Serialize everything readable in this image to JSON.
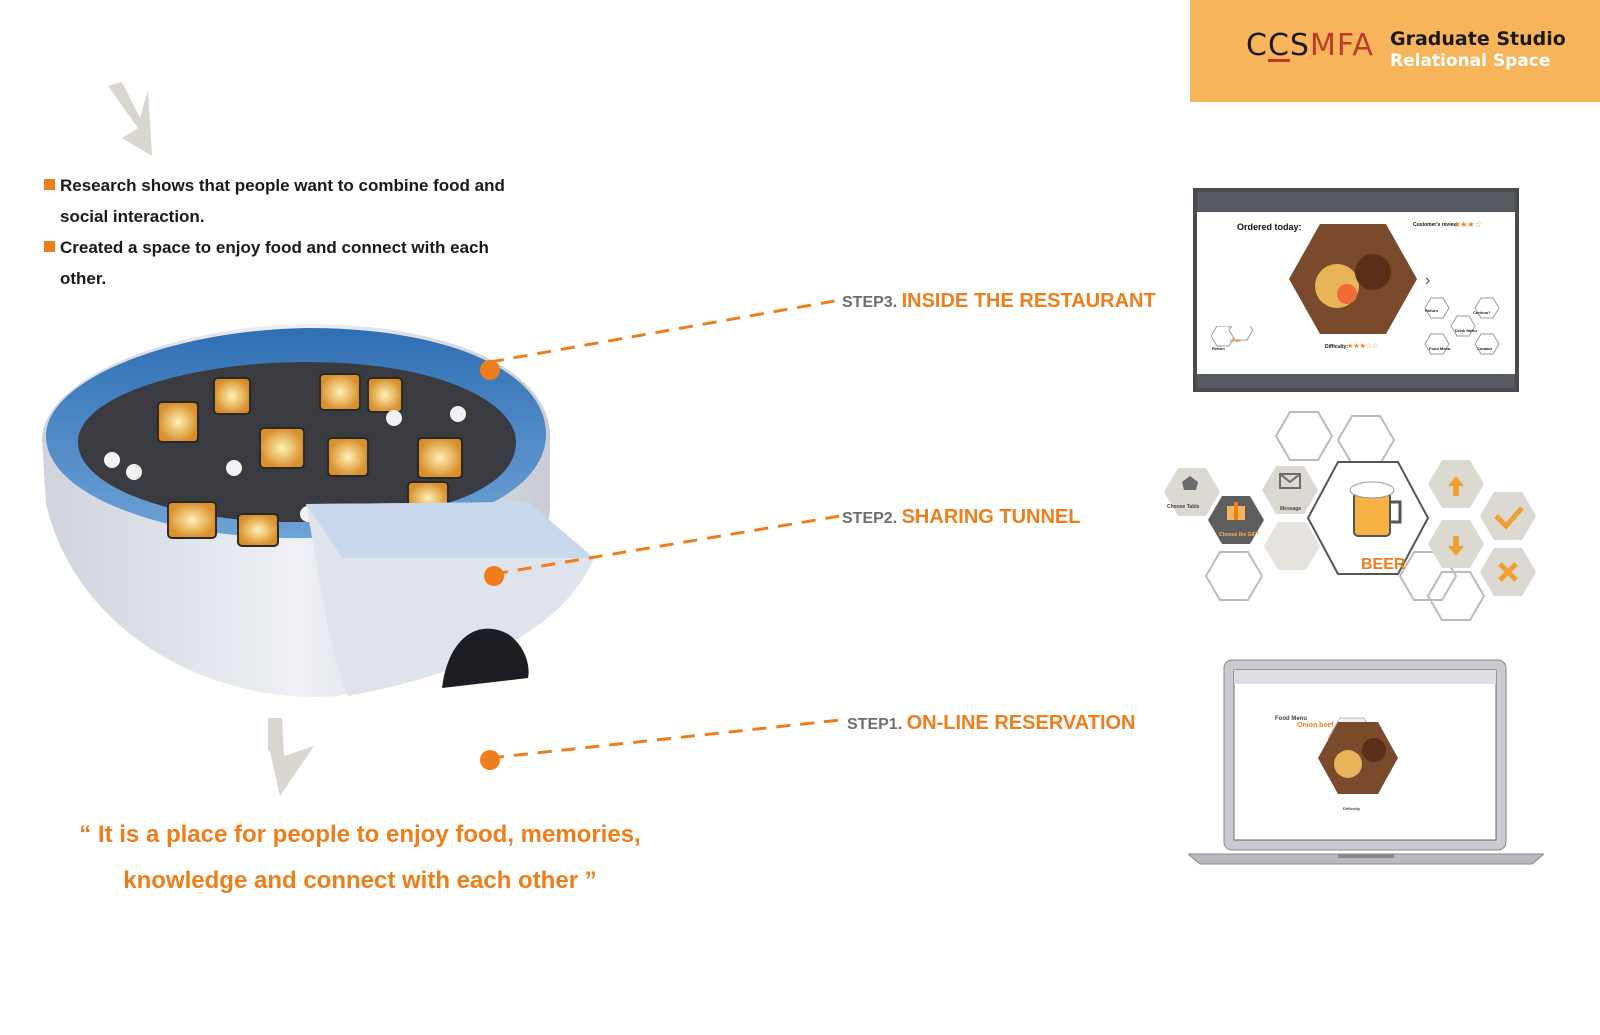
{
  "header": {
    "logo_c1": "C",
    "logo_c2": "C",
    "logo_s": "S",
    "logo_mfa": "MFA",
    "studio": "Graduate Studio",
    "space": "Relational Space"
  },
  "bullets": [
    "Research shows that people want to combine food and social interaction.",
    "Created a space to enjoy food and connect with each other."
  ],
  "quote": {
    "line1": "“ It is a place for people to enjoy food, memories,",
    "line2": "knowledge and connect with each other ”"
  },
  "steps": [
    {
      "num": "STEP3.",
      "title": "INSIDE THE RESTAURANT"
    },
    {
      "num": "STEP2.",
      "title": "SHARING TUNNEL"
    },
    {
      "num": "STEP1.",
      "title": "ON-LINE RESERVATION"
    }
  ],
  "screen3": {
    "ordered": "Ordered today:",
    "review": "Customer's review:",
    "difficulty": "Difficulty:",
    "order_btn": "Order",
    "return_btn": "Return",
    "curious_btn": "Curious?",
    "drink_btn": "Drink Menu",
    "food_btn": "Food Menu",
    "contact_btn": "Contact"
  },
  "tunnel": {
    "choose_table": "Choose Table",
    "message": "Message",
    "choose_gift": "Choose the GIFT",
    "beer": "BEER"
  },
  "laptop": {
    "food_menu": "Food Menu",
    "dish": "Onion beef",
    "difficulty": "Difficulty"
  },
  "colors": {
    "accent": "#ef7d1a",
    "badge": "#f8b45a",
    "step_gray": "#6d6d6d"
  }
}
